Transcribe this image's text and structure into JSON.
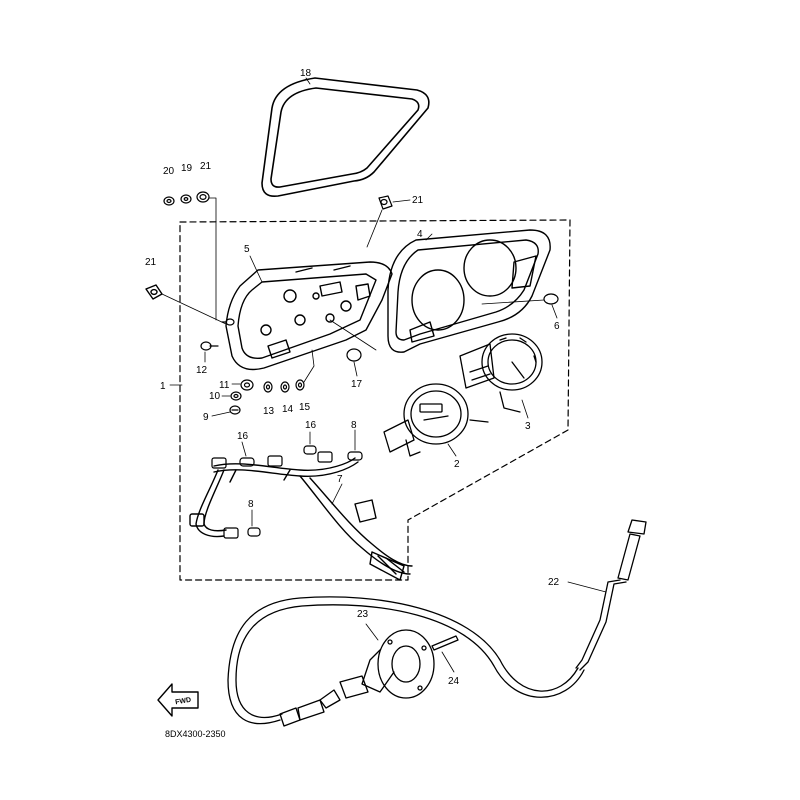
{
  "diagram": {
    "callouts": [
      {
        "id": "c18",
        "text": "18"
      },
      {
        "id": "c20",
        "text": "20"
      },
      {
        "id": "c19",
        "text": "19"
      },
      {
        "id": "c21a",
        "text": "21"
      },
      {
        "id": "c21b",
        "text": "21"
      },
      {
        "id": "c21c",
        "text": "21"
      },
      {
        "id": "c5",
        "text": "5"
      },
      {
        "id": "c4",
        "text": "4"
      },
      {
        "id": "c6",
        "text": "6"
      },
      {
        "id": "c1",
        "text": "1"
      },
      {
        "id": "c12",
        "text": "12"
      },
      {
        "id": "c11",
        "text": "11"
      },
      {
        "id": "c10",
        "text": "10"
      },
      {
        "id": "c9",
        "text": "9"
      },
      {
        "id": "c13",
        "text": "13"
      },
      {
        "id": "c14",
        "text": "14"
      },
      {
        "id": "c15",
        "text": "15"
      },
      {
        "id": "c17",
        "text": "17"
      },
      {
        "id": "c3",
        "text": "3"
      },
      {
        "id": "c2",
        "text": "2"
      },
      {
        "id": "c16a",
        "text": "16"
      },
      {
        "id": "c16b",
        "text": "16"
      },
      {
        "id": "c8a",
        "text": "8"
      },
      {
        "id": "c8b",
        "text": "8"
      },
      {
        "id": "c7",
        "text": "7"
      },
      {
        "id": "c22",
        "text": "22"
      },
      {
        "id": "c23",
        "text": "23"
      },
      {
        "id": "c24",
        "text": "24"
      }
    ],
    "fwd_label": "FWD",
    "drawing_code": "8DX4300-2350"
  }
}
